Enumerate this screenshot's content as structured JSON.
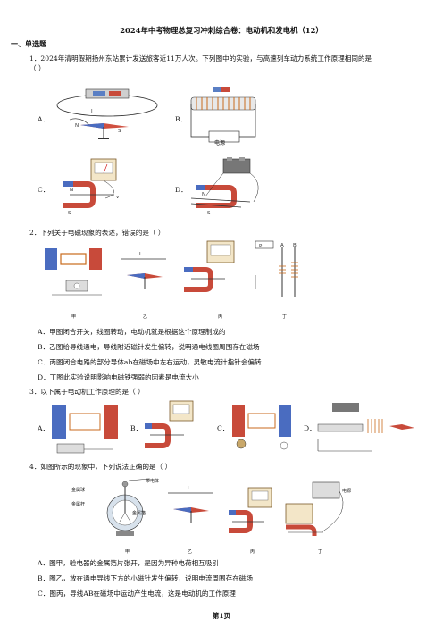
{
  "title": "2024年中考物理总复习冲刺综合卷：电动机和发电机（12）",
  "section": "一、单选题",
  "q1": {
    "line1": "1．2024年清明假期扬州东站累计发送旅客近11万人次。下列图中的实验，与高速列车动力系统工作原理相同的是",
    "line2": "（     ）",
    "options": [
      "A．",
      "B．",
      "C．",
      "D．"
    ],
    "label_power": "电源"
  },
  "q2": {
    "stem": "2．下列关于电磁现象的表述，错误的是（     ）",
    "captions": [
      "甲",
      "乙",
      "丙",
      "丁"
    ],
    "options": [
      "A．甲图闭合开关，线圈转动，电动机就是根据这个原理制成的",
      "B．乙图给导线通电，导线附近磁针发生偏转，说明通电线圈周围存在磁场",
      "C．丙图闭合电路的部分导体ab在磁场中左右运动，灵敏电流计指针会偏转",
      "D．丁图此实验说明影响电磁铁强弱的因素是电流大小"
    ]
  },
  "q3": {
    "stem": "3．以下属于电动机工作原理的是（     ）",
    "options": [
      "A．",
      "B．",
      "C．",
      "D．"
    ]
  },
  "q4": {
    "stem": "4．如图所示的现象中，下列说法正确的是（     ）",
    "labels": [
      "金属球",
      "金属杆",
      "带电体",
      "金属箔",
      "电源"
    ],
    "captions": [
      "甲",
      "乙",
      "丙",
      "丁"
    ],
    "options": [
      "A．图甲，验电器的金属箔片张开，是因为异种电荷相互吸引",
      "B．图乙，放在通电导线下方的小磁针发生偏转，说明电流周围存在磁场",
      "C．图丙，导线AB在磁场中运动产生电流，这是电动机的工作原理"
    ]
  },
  "footer": "第1页"
}
